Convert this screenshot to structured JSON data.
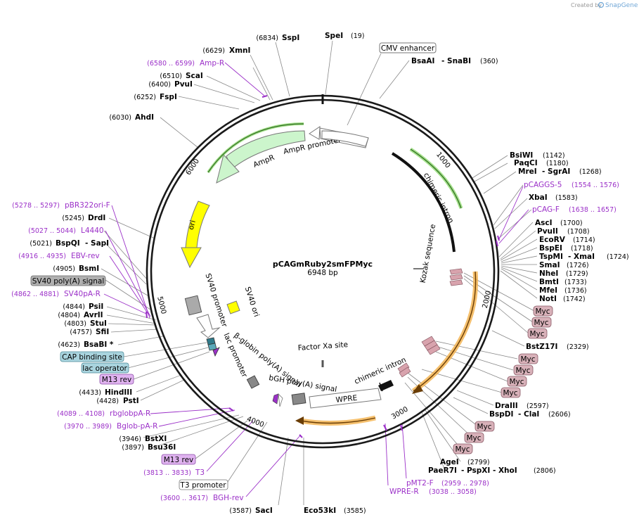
{
  "credit": {
    "prefix": "Created by",
    "brand": "SnapGene"
  },
  "plasmid": {
    "name": "pCAGmRuby2smFPMyc",
    "size": "6948 bp"
  },
  "ticks": [
    "1000",
    "2000",
    "3000",
    "4000",
    "5000",
    "6000"
  ],
  "features": {
    "cmv_enhancer": "CMV enhancer",
    "chimeric_intron_top": "chimeric intron",
    "chimeric_intron_bottom": "chimeric intron",
    "kozak": "Kozak sequence",
    "factor_xa": "Factor Xa site",
    "wpre": "WPRE",
    "bgh": "bGH poly(A) signal",
    "bglobin": "β-globin poly(A) signal",
    "lac_promoter": "lac promoter",
    "sv40_promoter": "SV40 promoter",
    "sv40_ori": "SV40 ori",
    "ori": "ori",
    "ampr": "AmpR",
    "ampr_promoter": "AmpR promoter"
  },
  "right_labels": [
    {
      "name": "BsiWI",
      "pos": "(1142)"
    },
    {
      "name": "PaqCI",
      "pos": "(1180)"
    },
    {
      "name": "MreI",
      "extra": "- SgrAI",
      "pos": "(1268)"
    },
    {
      "primer": "pCAGGS-5",
      "range": "(1554 .. 1576)"
    },
    {
      "name": "XbaI",
      "pos": "(1583)"
    },
    {
      "primer": "pCAG-F",
      "range": "(1638 .. 1657)"
    },
    {
      "name": "AscI",
      "pos": "(1700)"
    },
    {
      "name": "PvuII",
      "pos": "(1708)"
    },
    {
      "name": "EcoRV",
      "pos": "(1714)"
    },
    {
      "name": "BspEI",
      "pos": "(1718)"
    },
    {
      "name": "TspMI",
      "extra": "- XmaI",
      "pos": "(1724)"
    },
    {
      "name": "SmaI",
      "pos": "(1726)"
    },
    {
      "name": "NheI",
      "pos": "(1729)"
    },
    {
      "name": "BmtI",
      "pos": "(1733)"
    },
    {
      "name": "MfeI",
      "pos": "(1736)"
    },
    {
      "name": "NotI",
      "pos": "(1742)"
    },
    {
      "tag": "Myc"
    },
    {
      "tag": "Myc"
    },
    {
      "tag": "Myc"
    },
    {
      "name": "BstZ17I",
      "pos": "(2329)"
    },
    {
      "tag": "Myc"
    },
    {
      "tag": "Myc"
    },
    {
      "tag": "Myc"
    },
    {
      "tag": "Myc"
    },
    {
      "name": "DraIII",
      "pos": "(2597)"
    },
    {
      "name": "BspDI",
      "extra": "- ClaI",
      "pos": "(2606)"
    },
    {
      "tag": "Myc"
    },
    {
      "tag": "Myc"
    },
    {
      "tag": "Myc"
    }
  ],
  "bottom_labels": [
    {
      "name": "AgeI",
      "pos": "(2799)"
    },
    {
      "name": "PaeR7I",
      "extra": "- PspXI - XhoI",
      "pos": "(2806)"
    },
    {
      "primer": "pMT2-F",
      "range": "(2959 .. 2978)"
    },
    {
      "primer": "WPRE-R",
      "range": "(3038 .. 3058)"
    },
    {
      "name": "SacI",
      "pos": "(3587)"
    },
    {
      "name": "Eco53kI",
      "pos": "(3585)"
    }
  ],
  "left_labels": [
    {
      "primer": "pBR322ori-F",
      "range": "(5278 .. 5297)"
    },
    {
      "name": "DrdI",
      "pos": "(5245)"
    },
    {
      "primer": "L4440",
      "range": "(5027 .. 5044)"
    },
    {
      "name": "BspQI",
      "extra": "- SapI",
      "pos": "(5021)"
    },
    {
      "primer": "EBV-rev",
      "range": "(4916 .. 4935)"
    },
    {
      "name": "BsmI",
      "pos": "(4905)"
    },
    {
      "box": "SV40 poly(A) signal"
    },
    {
      "primer": "SV40pA-R",
      "range": "(4862 .. 4881)"
    },
    {
      "name": "PsiI",
      "pos": "(4844)"
    },
    {
      "name": "AvrII",
      "pos": "(4804)"
    },
    {
      "name": "StuI",
      "pos": "(4803)"
    },
    {
      "name": "SfiI",
      "pos": "(4757)"
    },
    {
      "name": "BsaBI *",
      "pos": "(4623)"
    },
    {
      "box": "CAP binding site"
    },
    {
      "box": "lac operator"
    },
    {
      "box": "M13 rev"
    },
    {
      "name": "HindIII",
      "pos": "(4433)"
    },
    {
      "name": "PstI",
      "pos": "(4428)"
    },
    {
      "primer": "rbglobpA-R",
      "range": "(4089 .. 4108)"
    },
    {
      "primer": "Bglob-pA-R",
      "range": "(3970 .. 3989)"
    },
    {
      "name": "BstXI",
      "pos": "(3946)"
    },
    {
      "name": "Bsu36I",
      "pos": "(3897)"
    },
    {
      "box": "M13 rev"
    },
    {
      "primer": "T3",
      "range": "(3813 .. 3833)"
    },
    {
      "box": "T3 promoter"
    },
    {
      "primer": "BGH-rev",
      "range": "(3600 .. 3617)"
    }
  ],
  "top_labels": [
    {
      "name": "XmnI",
      "pos": "(6629)"
    },
    {
      "name": "SspI",
      "pos": "(6834)"
    },
    {
      "name": "SpeI",
      "pos": "(19)"
    },
    {
      "primer": "Amp-R",
      "range": "(6580 .. 6599)"
    },
    {
      "name": "ScaI",
      "pos": "(6510)"
    },
    {
      "name": "PvuI",
      "pos": "(6400)"
    },
    {
      "name": "FspI",
      "pos": "(6252)"
    },
    {
      "name": "AhdI",
      "pos": "(6030)"
    },
    {
      "name": "BsaAI",
      "extra": "- SnaBI",
      "pos": "(360)"
    }
  ]
}
